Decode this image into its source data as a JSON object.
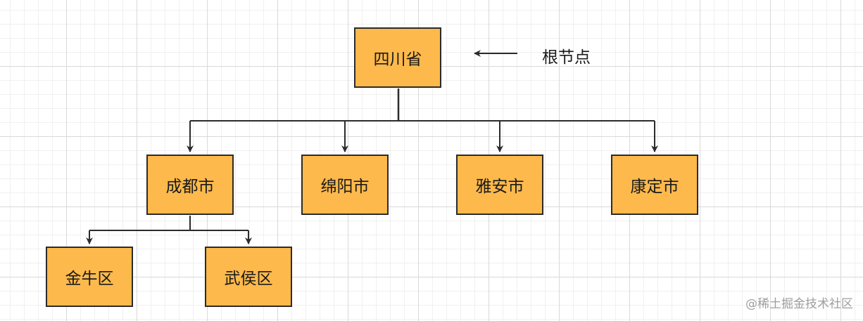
{
  "colors": {
    "node_fill": "#fdb94b",
    "node_border": "#2b2b2b",
    "connector": "#2b2b2b"
  },
  "tree": {
    "root": "四川省",
    "root_note": "根节点",
    "cities": [
      "成都市",
      "绵阳市",
      "雅安市",
      "康定市"
    ],
    "districts_of_first_city": [
      "金牛区",
      "武侯区"
    ]
  },
  "watermark": "@稀土掘金技术社区"
}
